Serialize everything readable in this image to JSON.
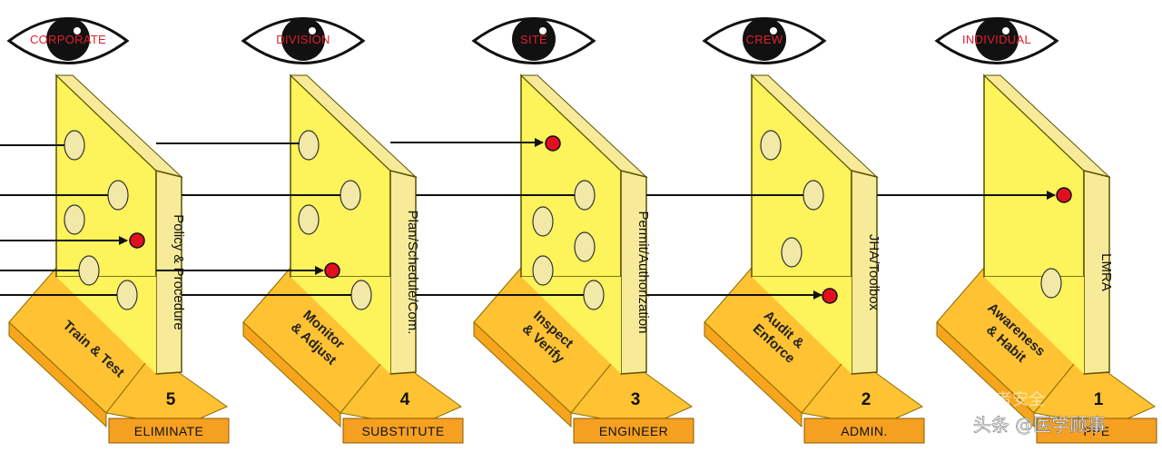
{
  "layers": [
    {
      "eye": "CORPORATE",
      "side": "Policy & Procedure",
      "base": [
        "Train & Test"
      ],
      "number": "5",
      "control": "ELIMINATE"
    },
    {
      "eye": "DIVISION",
      "side": "Plan/Schedule/Com.",
      "base": [
        "Monitor",
        "& Adjust"
      ],
      "number": "4",
      "control": "SUBSTITUTE"
    },
    {
      "eye": "SITE",
      "side": "Permit/Authorization",
      "base": [
        "Inspect",
        "& Verify"
      ],
      "number": "3",
      "control": "ENGINEER"
    },
    {
      "eye": "CREW",
      "side": "JHA/Toolbox",
      "base": [
        "Audit &",
        "Enforce"
      ],
      "number": "2",
      "control": "ADMIN."
    },
    {
      "eye": "INDIVIDUAL",
      "side": "LMRA",
      "base": [
        "Awareness",
        "& Habit"
      ],
      "number": "1",
      "control": "PPE"
    }
  ],
  "watermark": {
    "account": "头条 @医学顾事",
    "faint": "患者安全"
  },
  "colors": {
    "slice_front": "#fdf35a",
    "slice_side": "#f7eb9a",
    "base_top": "#ffc233",
    "base_front": "#f7a51d",
    "bar": "#f6a021",
    "hole": "#f2e8a8",
    "eye_label": "#e0202a",
    "hit_dot": "#e01020"
  }
}
